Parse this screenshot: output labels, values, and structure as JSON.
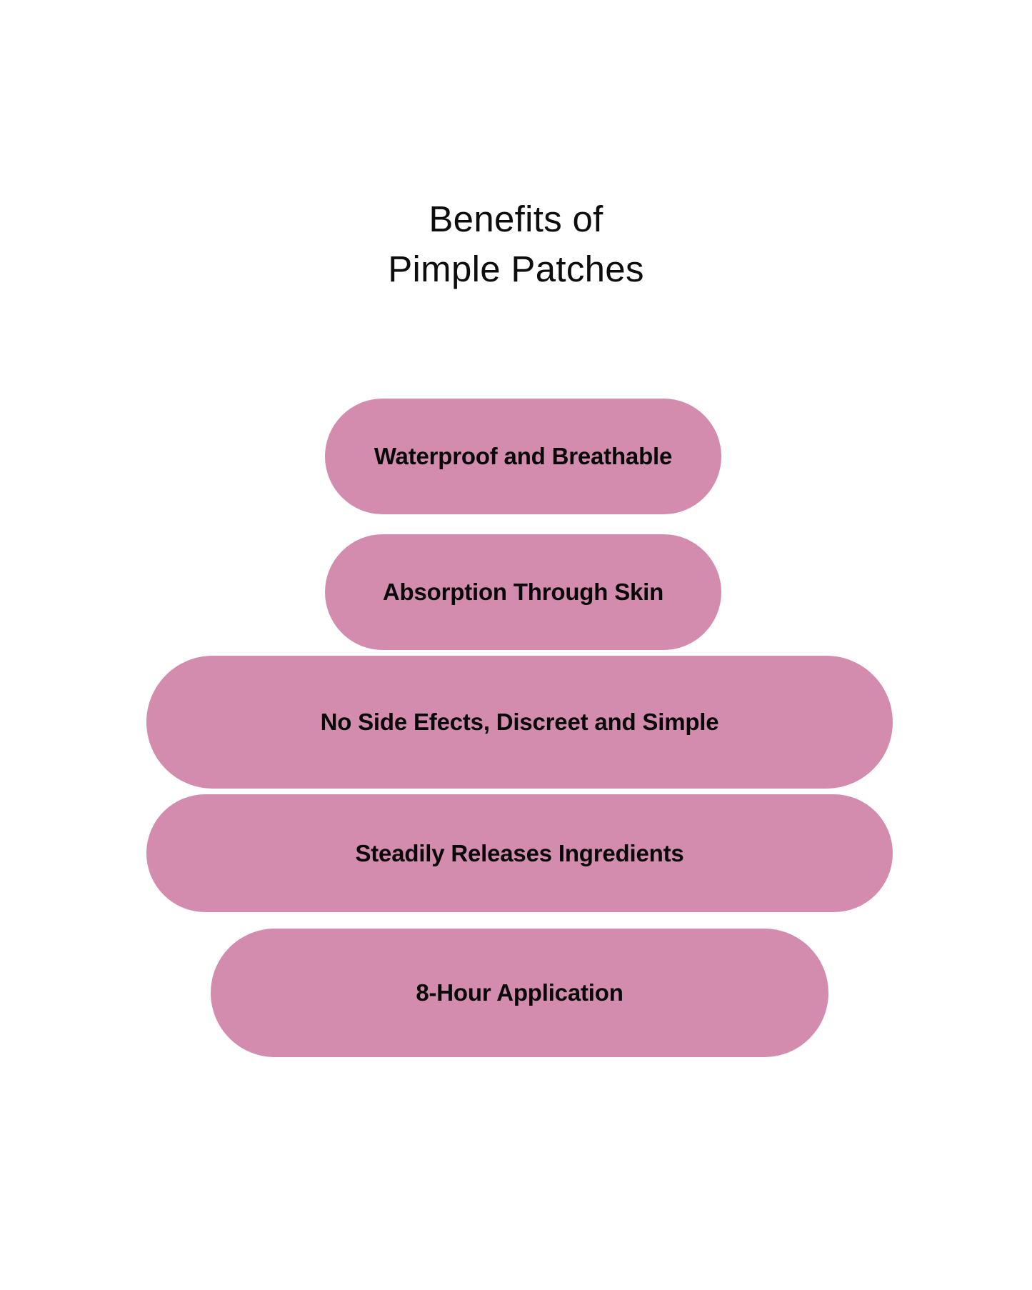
{
  "page": {
    "background_color": "#ffffff",
    "text_color": "#0d0d0d"
  },
  "title": {
    "line1": "Benefits of",
    "line2": "Pimple Patches"
  },
  "infographic": {
    "type": "stacked-pill-list",
    "pill_color": "#d38cae",
    "pill_text_color": "#080808",
    "items": [
      {
        "label": "Waterproof and Breathable"
      },
      {
        "label": "Absorption Through Skin"
      },
      {
        "label": "No Side Efects, Discreet and Simple"
      },
      {
        "label": "Steadily Releases Ingredients"
      },
      {
        "label": "8-Hour Application"
      }
    ]
  }
}
